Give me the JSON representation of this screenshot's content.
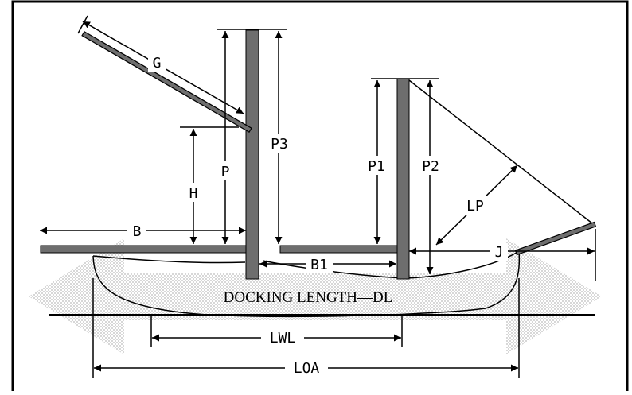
{
  "labels": {
    "g": "G",
    "p": "P",
    "h": "H",
    "p3": "P3",
    "p1": "P1",
    "p2": "P2",
    "lp": "LP",
    "b": "B",
    "b1": "B1",
    "j": "J",
    "docking_length": "DOCKING LENGTH—DL",
    "lwl": "LWL",
    "loa": "LOA"
  },
  "colors": {
    "spar": "#6e6e6e",
    "arrow_band": "#d8d8d8",
    "line": "#000000",
    "background": "#ffffff"
  }
}
